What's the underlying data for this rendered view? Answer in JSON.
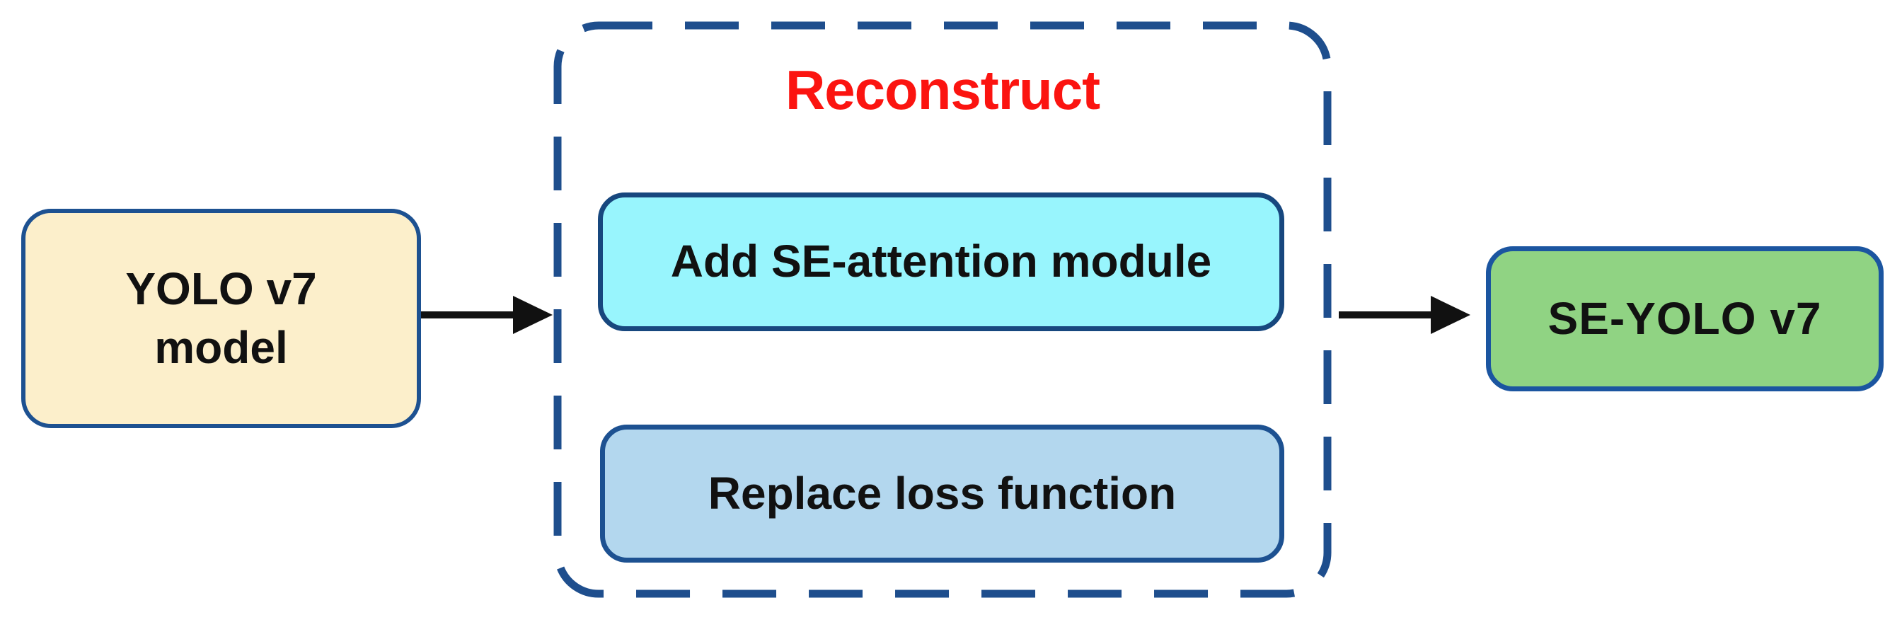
{
  "title": "Reconstruct",
  "nodes": {
    "yolo_model": {
      "label": "YOLO v7\nmodel"
    },
    "add_se_attention": {
      "label": "Add SE-attention module"
    },
    "replace_loss": {
      "label": "Replace loss function"
    },
    "se_yolo": {
      "label": "SE-YOLO v7"
    }
  },
  "colors": {
    "dashed_container_border": "#1E4E8D",
    "node_border_navy": "#1D5191",
    "yolo_model_fill": "#FCEFCB",
    "add_se_attention_fill": "#98F5FD",
    "replace_loss_fill": "#B3D7EE",
    "se_yolo_fill": "#90D383",
    "title_red": "#FB1410",
    "arrow_black": "#111111"
  }
}
